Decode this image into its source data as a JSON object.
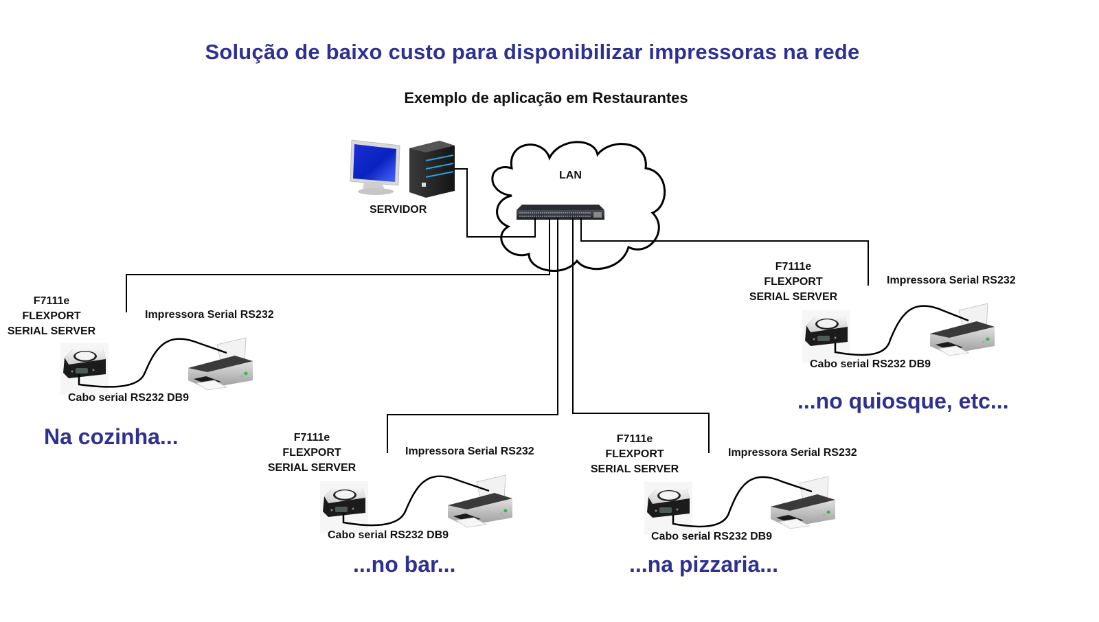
{
  "title": "Solução de baixo custo para disponibilizar impressoras na rede",
  "subtitle": "Exemplo de aplicação em Restaurantes",
  "colors": {
    "title": "#2e3192",
    "location": "#2e3192",
    "label": "#111111",
    "line": "#000000"
  },
  "network": {
    "cloud_label": "LAN",
    "switch_icon": "network-switch-icon",
    "server_label": "SERVIDOR",
    "server_icons": [
      "monitor-icon",
      "server-tower-icon"
    ]
  },
  "sites": [
    {
      "id": "cozinha",
      "device_lines": [
        "F7111e",
        "FLEXPORT",
        "SERIAL SERVER"
      ],
      "printer_label": "Impressora Serial RS232",
      "cable_label": "Cabo serial RS232 DB9",
      "location": "Na cozinha..."
    },
    {
      "id": "bar",
      "device_lines": [
        "F7111e",
        "FLEXPORT",
        "SERIAL SERVER"
      ],
      "printer_label": "Impressora Serial RS232",
      "cable_label": "Cabo serial RS232 DB9",
      "location": "...no bar..."
    },
    {
      "id": "pizzaria",
      "device_lines": [
        "F7111e",
        "FLEXPORT",
        "SERIAL SERVER"
      ],
      "printer_label": "Impressora Serial RS232",
      "cable_label": "Cabo serial RS232 DB9",
      "location": "...na pizzaria..."
    },
    {
      "id": "quiosque",
      "device_lines": [
        "F7111e",
        "FLEXPORT",
        "SERIAL SERVER"
      ],
      "printer_label": "Impressora Serial RS232",
      "cable_label": "Cabo serial RS232 DB9",
      "location": "...no quiosque, etc..."
    }
  ]
}
